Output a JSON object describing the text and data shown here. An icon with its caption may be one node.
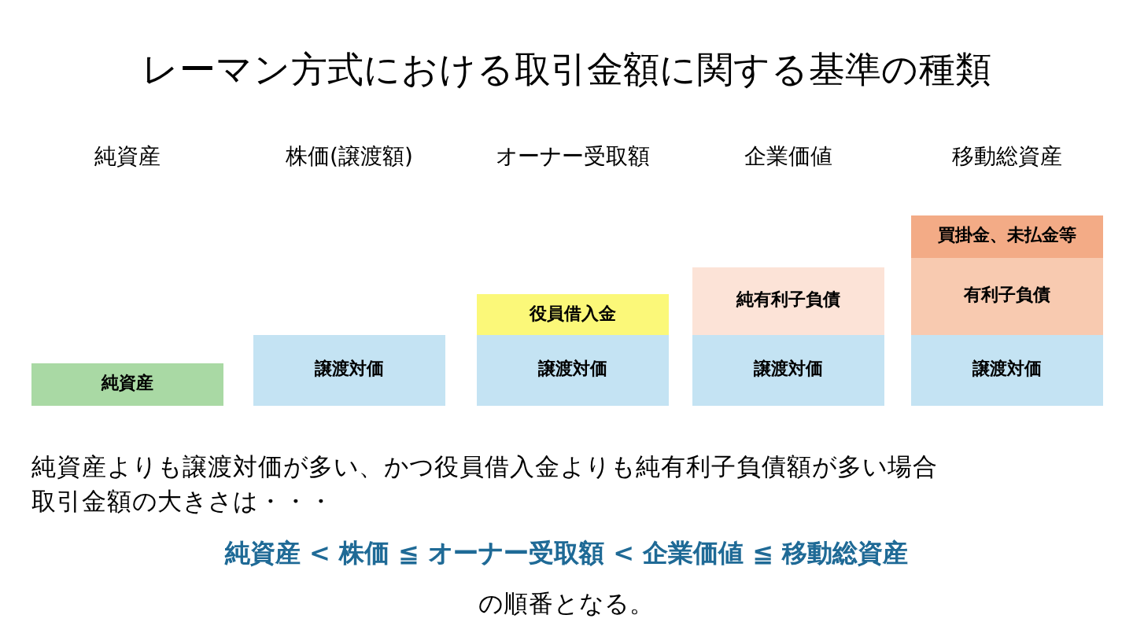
{
  "diagram": {
    "title": "レーマン方式における取引金額に関する基準の種類",
    "nodes": [
      {
        "text": [
          "純資産"
        ]
      },
      {
        "text": [
          "譲渡対価"
        ]
      },
      {
        "text": [
          "役員借入金"
        ]
      },
      {
        "text": [
          "譲渡対価"
        ]
      },
      {
        "text": [
          "純有利子負債"
        ]
      },
      {
        "text": [
          "譲渡対価"
        ]
      },
      {
        "text": [
          "買掛金、未払金等"
        ]
      },
      {
        "text": [
          "有利子負債"
        ]
      },
      {
        "text": [
          "譲渡対価"
        ]
      }
    ],
    "labels": [
      "純資産",
      "株価(譲渡額)",
      "オーナー受取額",
      "企業価値",
      "移動総資産",
      "純資産よりも譲渡対価が多い、かつ役員借入金よりも純有利子負債額が多い場合",
      "取引金額の大きさは・・・",
      "純資産 < 株価 ≦ オーナー受取額 < 企業価値 ≦ 移動総資産",
      "の順番となる。"
    ]
  }
}
